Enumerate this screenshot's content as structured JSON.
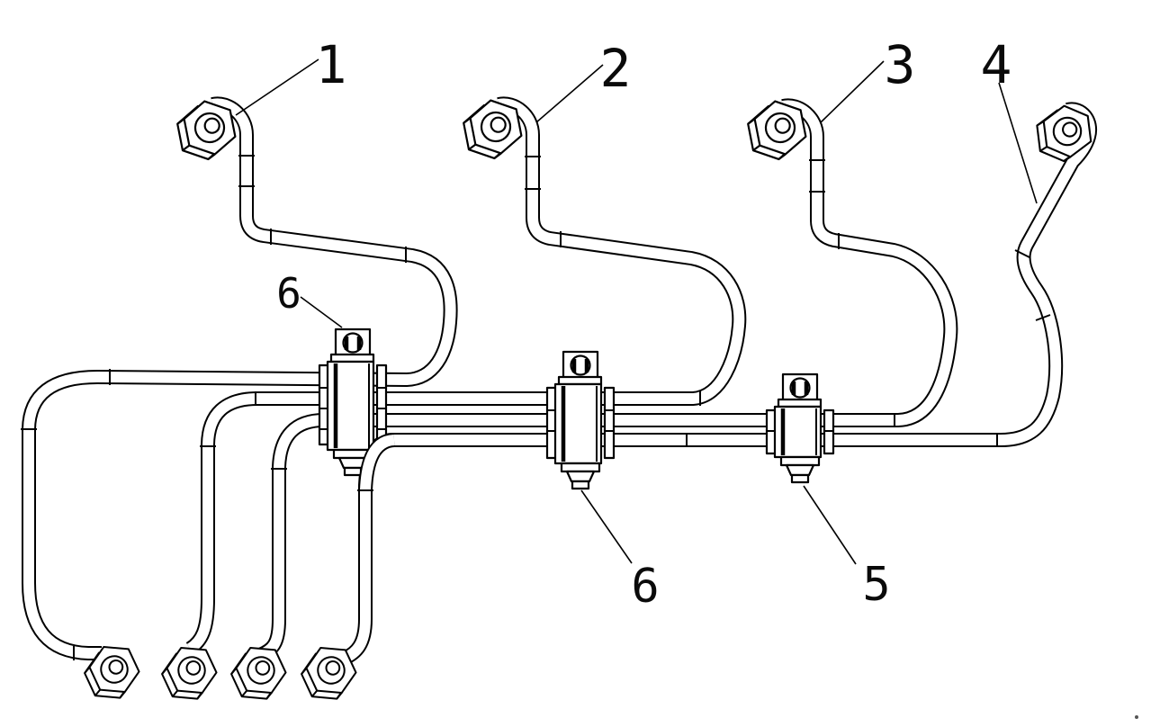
{
  "document": {
    "type": "technical-line-drawing",
    "subject": "pipe assembly with clamps and hex fittings",
    "background_color": "#ffffff",
    "line_color": "#000000"
  },
  "callouts": [
    {
      "text": "1"
    },
    {
      "text": "2"
    },
    {
      "text": "3"
    },
    {
      "text": "4"
    },
    {
      "text": "6"
    },
    {
      "text": "6"
    },
    {
      "text": "5"
    }
  ],
  "components": {
    "injector_fittings": 4,
    "pump_fittings": 4,
    "clamps": 3,
    "pipes": 4
  }
}
